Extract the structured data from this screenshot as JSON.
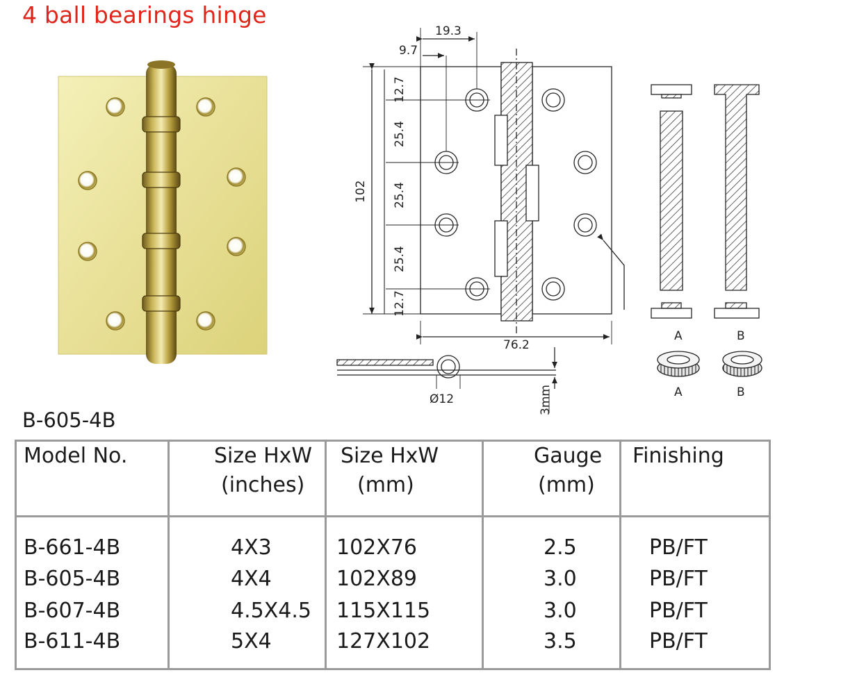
{
  "title": "4 ball bearings hinge",
  "model_heading": "B-605-4B",
  "drawing": {
    "dims": {
      "d19_3": "19.3",
      "d9_7": "9.7",
      "d12_7_top": "12.7",
      "d25_4_a": "25.4",
      "d25_4_b": "25.4",
      "d25_4_c": "25.4",
      "d12_7_bottom": "12.7",
      "d102": "102",
      "d76_2": "76.2",
      "d12dia": "Ø12",
      "d3mm": "3mm"
    },
    "part_labels": {
      "pin_a": "A",
      "pin_b": "B",
      "ring_a": "A",
      "ring_b": "B"
    }
  },
  "table": {
    "headers": [
      {
        "line1": "Model No.",
        "line2": ""
      },
      {
        "line1": "Size HxW",
        "line2": "(inches)"
      },
      {
        "line1": "Size HxW",
        "line2": "(mm)"
      },
      {
        "line1": "Gauge",
        "line2": "(mm)"
      },
      {
        "line1": "Finishing",
        "line2": ""
      }
    ],
    "rows": [
      {
        "model": "B-661-4B",
        "inches": "4X3",
        "mm": "102X76",
        "gauge": "2.5",
        "finish": "PB/FT"
      },
      {
        "model": "B-605-4B",
        "inches": "4X4",
        "mm": "102X89",
        "gauge": "3.0",
        "finish": "PB/FT"
      },
      {
        "model": "B-607-4B",
        "inches": "4.5X4.5",
        "mm": "115X115",
        "gauge": "3.0",
        "finish": "PB/FT"
      },
      {
        "model": "B-611-4B",
        "inches": "5X4",
        "mm": "127X102",
        "gauge": "3.5",
        "finish": "PB/FT"
      }
    ]
  },
  "colors": {
    "title_red": "#e0251b",
    "brass": "#e9e29a",
    "table_border": "#9a9a9a"
  }
}
